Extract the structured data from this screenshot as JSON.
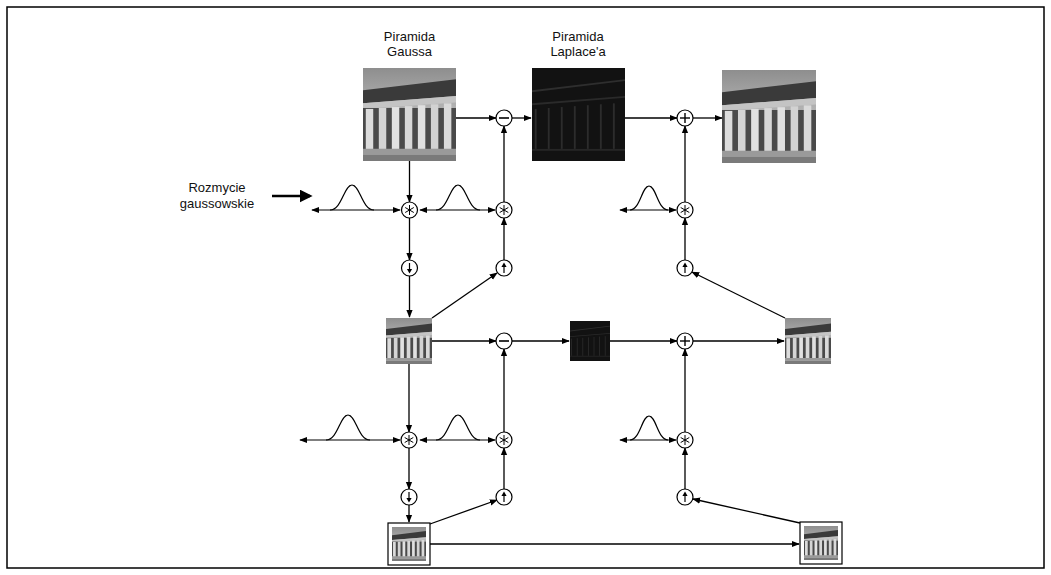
{
  "diagram": {
    "nodes": [
      {
        "text": [
          "Piramida Gaussa"
        ]
      },
      {
        "text": [
          "Piramida Laplace'a"
        ]
      }
    ],
    "labels": [
      "Rozmycie gaussowskie"
    ]
  }
}
